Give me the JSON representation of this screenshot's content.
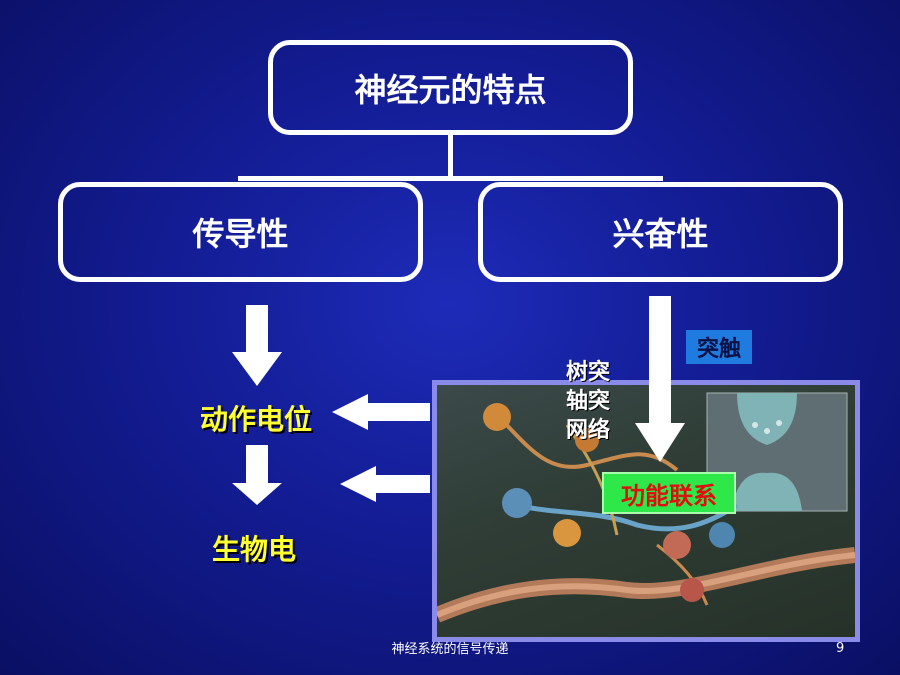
{
  "diagram": {
    "root": "神经元的特点",
    "left_branch": "传导性",
    "right_branch": "兴奋性",
    "action_potential": "动作电位",
    "bioelectricity": "生物电",
    "synapse_tag": "突触",
    "neurite_labels": [
      "树突",
      "轴突",
      "网络"
    ],
    "functional_connection": "功能联系"
  },
  "footer": {
    "title": "神经系统的信号传递",
    "page_number": "9"
  },
  "colors": {
    "background": "#131c93",
    "box_border": "#ffffff",
    "highlight_text": "#ffff33",
    "synapse_tag_bg": "#1f7be0",
    "functional_tag_bg": "#2ee84a",
    "functional_tag_text": "#e01010"
  }
}
